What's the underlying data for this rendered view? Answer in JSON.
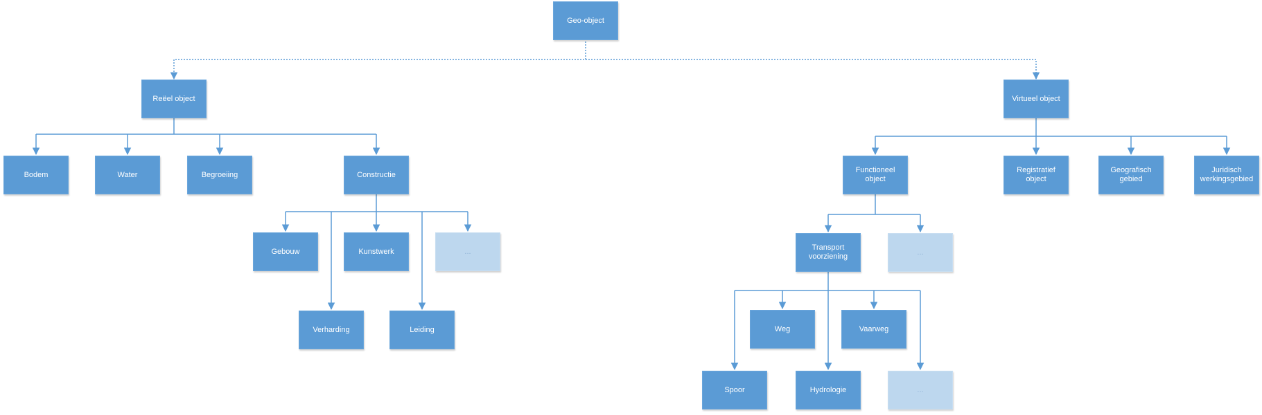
{
  "colors": {
    "node_fill": "#5b9bd5",
    "placeholder_fill": "#bdd7ee",
    "connector": "#5b9bd5",
    "text": "#ffffff"
  },
  "nodes": {
    "geo_object": "Geo-object",
    "reeel_object": "Reëel object",
    "virtueel_object": "Virtueel object",
    "bodem": "Bodem",
    "water": "Water",
    "begroeiing": "Begroeiing",
    "constructie": "Constructie",
    "gebouw": "Gebouw",
    "kunstwerk": "Kunstwerk",
    "constructie_more": "...",
    "verharding": "Verharding",
    "leiding": "Leiding",
    "functioneel_object": "Functioneel object",
    "registratief_object": "Registratief object",
    "geografisch_gebied": "Geografisch gebied",
    "juridisch_werkingsgebied": "Juridisch werkingsgebied",
    "transport_voorziening": "Transport voorziening",
    "functioneel_more": "...",
    "weg": "Weg",
    "vaarweg": "Vaarweg",
    "spoor": "Spoor",
    "hydrologie": "Hydrologie",
    "transport_more": "..."
  }
}
